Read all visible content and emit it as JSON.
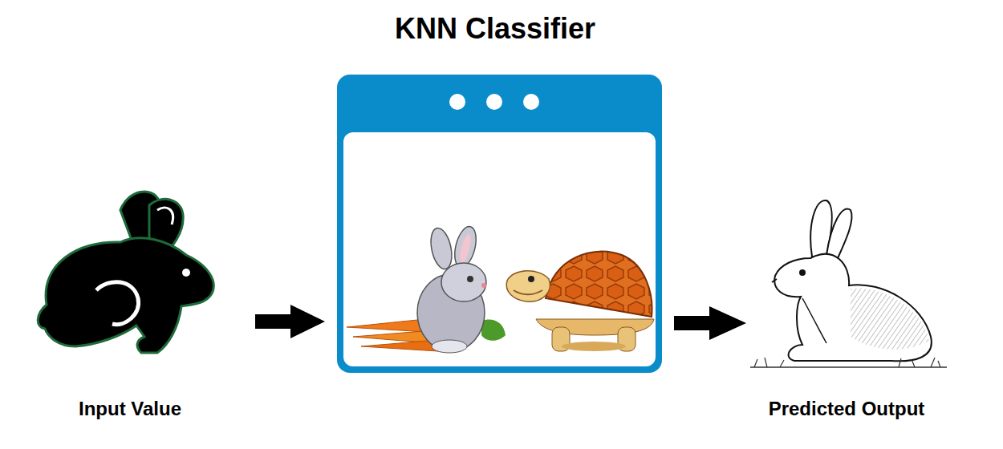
{
  "diagram": {
    "title": "KNN Classifier",
    "labels": [
      "Input Value",
      "Predicted Output"
    ]
  }
}
